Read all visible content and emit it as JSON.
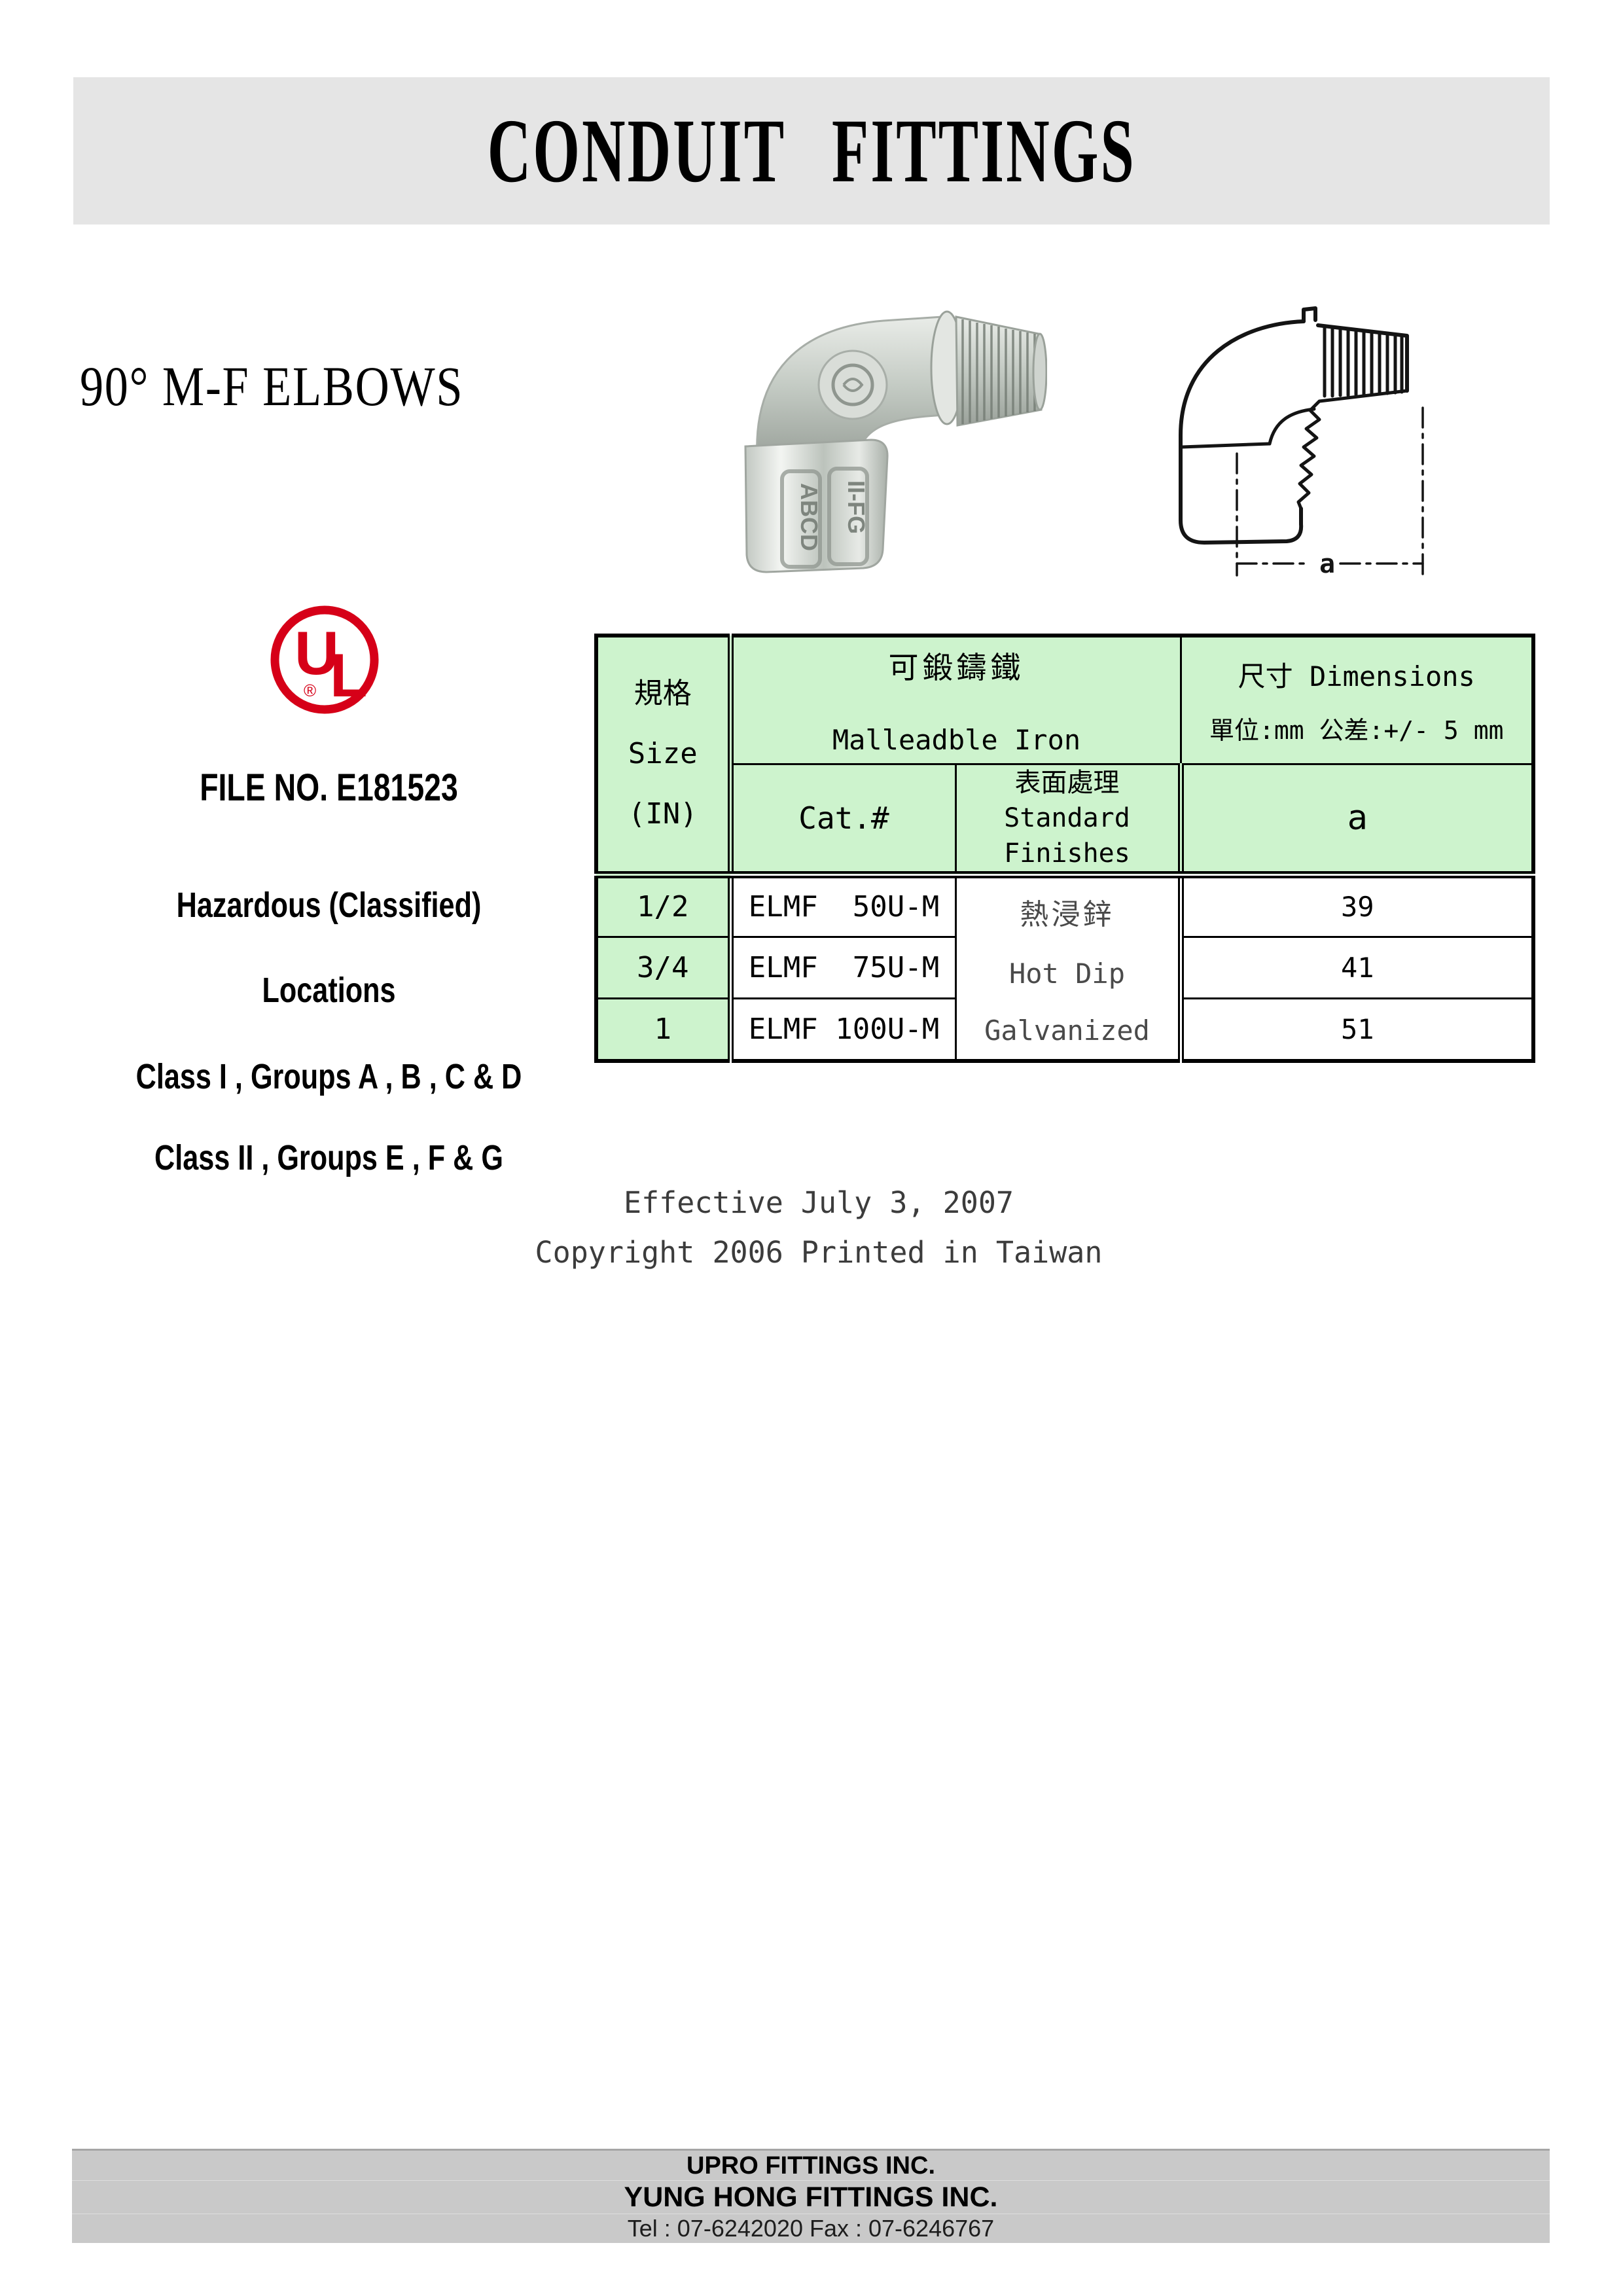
{
  "banner": {
    "title": "CONDUIT  FITTINGS"
  },
  "heading": {
    "product": "90°  M-F ELBOWS"
  },
  "images": {
    "photo_alt": "galvanized 90 degree M-F elbow photo",
    "hub_marking_line1": "ABCD",
    "hub_marking_line2": "II-FG",
    "drawing_dim_label": "a"
  },
  "certification": {
    "ul_letter_u": "U",
    "ul_letter_l": "L",
    "ul_registered": "®",
    "file_no": "FILE NO. E181523",
    "line1": "Hazardous (Classified)",
    "line2": "Locations",
    "line3": "Class  I , Groups   A , B , C & D",
    "line4": "Class  II , Groups   E , F & G"
  },
  "table": {
    "header": {
      "size_zh": "規格",
      "size_en": "Size",
      "size_unit": "(IN)",
      "material_zh": "可鍛鑄鐵",
      "material_en": "Malleadble Iron",
      "dims_title": "尺寸 Dimensions",
      "dims_unit": "單位:mm 公差:+/- 5 mm",
      "cat": "Cat.#",
      "finish_zh": "表面處理",
      "finish_en1": "Standard",
      "finish_en2": "Finishes",
      "dim_a": "a"
    },
    "rows": [
      {
        "size": "1/2",
        "cat": "ELMF  50U-M",
        "a": "39"
      },
      {
        "size": "3/4",
        "cat": "ELMF  75U-M",
        "a": "41"
      },
      {
        "size": "1",
        "cat": "ELMF 100U-M",
        "a": "51"
      }
    ],
    "finish_value": {
      "zh": "熱浸鋅",
      "en1": "Hot Dip",
      "en2": "Galvanized"
    }
  },
  "notes": {
    "effective": "Effective July 3, 2007",
    "copyright": "Copyright 2006 Printed in Taiwan"
  },
  "footer": {
    "company1": "UPRO FITTINGS INC.",
    "company2": "YUNG HONG FITTINGS INC.",
    "contact": "Tel : 07-6242020 Fax : 07-6246767"
  },
  "colors": {
    "banner_gray": "#e5e5e5",
    "table_green": "#cdf3cd",
    "footer_gray": "#c9c9c9",
    "ul_red": "#d60018"
  }
}
